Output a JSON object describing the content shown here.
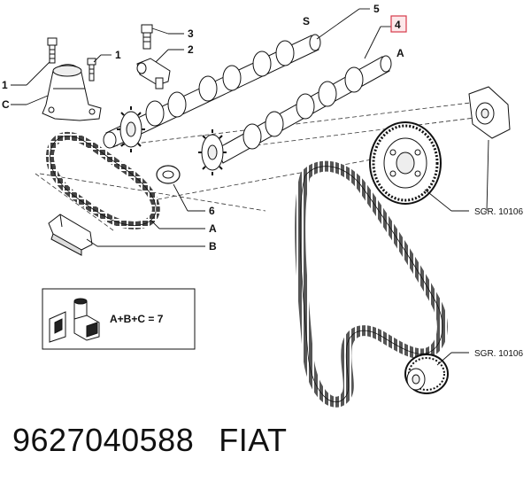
{
  "callouts": {
    "c1a": "1",
    "c1b": "1",
    "cC_left": "C",
    "c3": "3",
    "c2": "2",
    "c5": "5",
    "cS": "S",
    "c4": "4",
    "cA_top": "A",
    "c6": "6",
    "cA_bottom": "A",
    "cB": "B"
  },
  "references": {
    "ref1": "SGR. 10106",
    "ref2": "SGR. 10106"
  },
  "kit_formula": "A+B+C = 7",
  "footer": {
    "part_number": "9627040588",
    "brand": "FIAT"
  },
  "colors": {
    "line": "#222222",
    "highlight_box": "#d63a4a"
  }
}
